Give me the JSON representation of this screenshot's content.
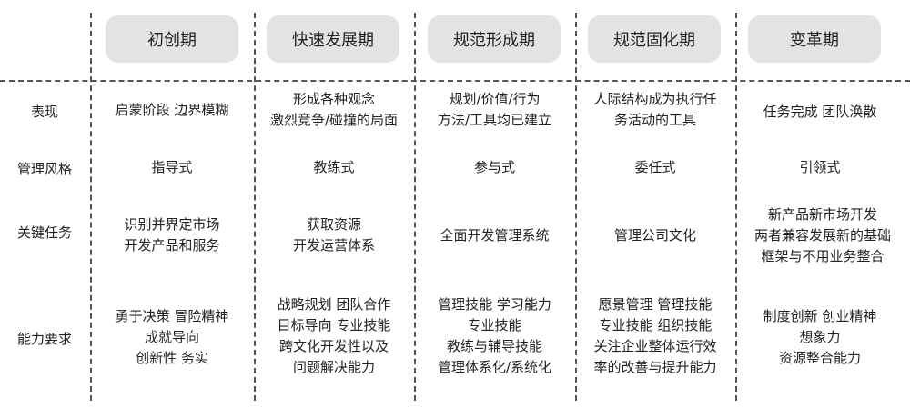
{
  "stages": [
    "初创期",
    "快速发展期",
    "规范形成期",
    "规范固化期",
    "变革期"
  ],
  "rows": [
    {
      "label": "表现",
      "cells": [
        "启蒙阶段 边界模糊",
        "形成各种观念\n激烈竞争/碰撞的局面",
        "规划/价值/行为\n方法/工具均已建立",
        "人际结构成为执行任\n务活动的工具",
        "任务完成 团队涣散"
      ]
    },
    {
      "label": "管理风格",
      "cells": [
        "指导式",
        "教练式",
        "参与式",
        "委任式",
        "引领式"
      ]
    },
    {
      "label": "关键任务",
      "cells": [
        "识别并界定市场\n开发产品和服务",
        "获取资源\n开发运营体系",
        "全面开发管理系统",
        "管理公司文化",
        "新产品新市场开发\n两者兼容发展新的基础\n框架与不用业务整合"
      ]
    },
    {
      "label": "能力要求",
      "cells": [
        "勇于决策  冒险精神\n成就导向\n创新性  务实",
        "战略规划  团队合作\n目标导向  专业技能\n跨文化开发性以及\n问题解决能力",
        "管理技能  学习能力\n专业技能\n教练与辅导技能\n管理体系化/系统化",
        "愿景管理  管理技能\n专业技能  组织技能\n关注企业整体运行效\n率的改善与提升能力",
        "制度创新  创业精神\n想象力\n资源整合能力"
      ]
    }
  ]
}
